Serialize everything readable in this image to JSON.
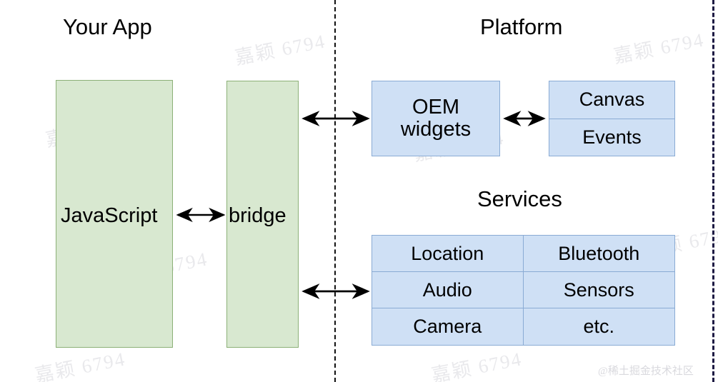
{
  "diagram": {
    "title_left": "Your App",
    "title_right": "Platform",
    "subtitle_services": "Services",
    "colors": {
      "app_fill": "#d8e8d0",
      "app_stroke": "#8cb077",
      "platform_fill": "#cfe0f5",
      "platform_stroke": "#8aabd4",
      "arrow": "#000000",
      "divider": "#111111",
      "edge_border": "#1d1a43",
      "text": "#000000"
    },
    "app_side": {
      "javascript_box": "JavaScript",
      "bridge_box": "bridge"
    },
    "platform_side": {
      "oem_box": "OEM\nwidgets",
      "canvas_box": "Canvas",
      "events_box": "Events"
    },
    "services_table": {
      "rows": [
        [
          "Location",
          "Bluetooth"
        ],
        [
          "Audio",
          "Sensors"
        ],
        [
          "Camera",
          "etc."
        ]
      ]
    },
    "connectors": [
      {
        "name": "bridge-to-oem",
        "type": "double-arrow"
      },
      {
        "name": "javascript-to-bridge",
        "type": "double-arrow"
      },
      {
        "name": "oem-to-canvas",
        "type": "double-arrow"
      },
      {
        "name": "bridge-to-services",
        "type": "double-arrow"
      }
    ],
    "watermarks": {
      "tile": "嘉颖 6794",
      "corner": "@稀土掘金技术社区"
    }
  }
}
